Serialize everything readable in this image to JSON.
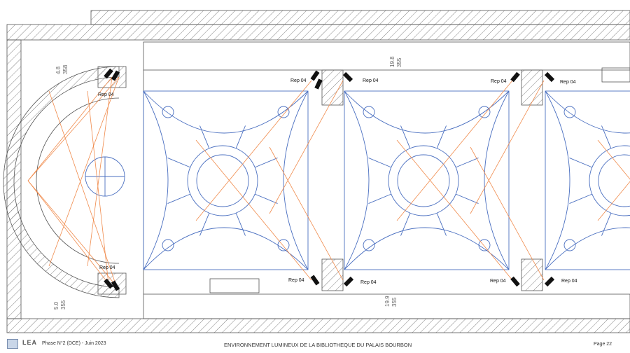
{
  "drawing": {
    "fixture_label": "Rep 04",
    "fixture_labels": [
      "Rep 04",
      "Rep 04",
      "Rep 04",
      "Rep 04",
      "Rep 04",
      "Rep 04",
      "Rep 04",
      "Rep 04",
      "Rep 04",
      "Rep 04"
    ],
    "dimensions": [
      {
        "value": "19.8",
        "sub": "355"
      },
      {
        "value": "4.8",
        "sub": "358"
      },
      {
        "value": "5.0",
        "sub": "355"
      },
      {
        "value": "19.9",
        "sub": "355"
      }
    ],
    "colors": {
      "vault": "#4a6fc0",
      "beam": "#f08a4b",
      "wall": "#555555"
    }
  },
  "footer": {
    "logo": "LEA",
    "phase": "Phase N°2 (DCE)  -  Juin 2023",
    "title": "ENVIRONNEMENT LUMINEUX DE LA BIBLIOTHEQUE DU PALAIS BOURBON",
    "page": "Page  22"
  }
}
